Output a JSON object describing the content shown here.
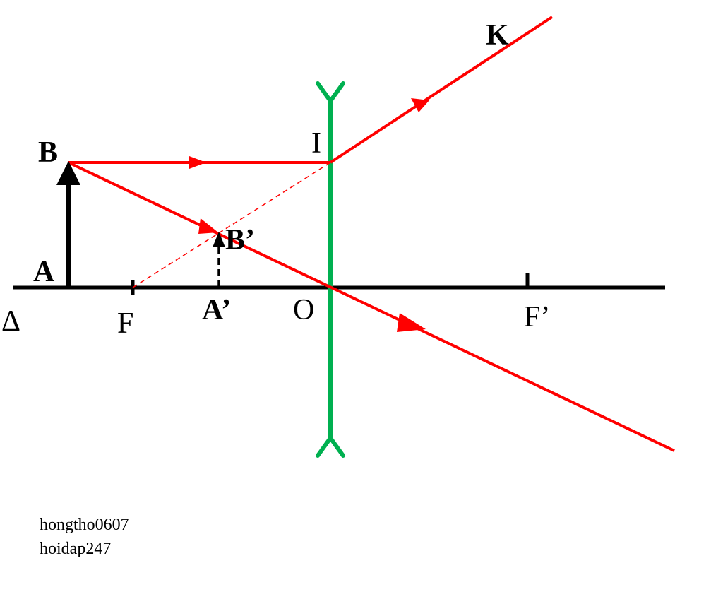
{
  "labels": {
    "delta": "Δ",
    "A": "A",
    "B": "B",
    "F": "F",
    "A_prime": "A’",
    "B_prime": "B’",
    "O": "O",
    "I": "I",
    "F_prime": "F’",
    "K": "K"
  },
  "credits": [
    "hongtho0607",
    "hoidap247"
  ],
  "colors": {
    "ray": "#ff0000",
    "lens": "#00b050",
    "axis": "#000000"
  }
}
